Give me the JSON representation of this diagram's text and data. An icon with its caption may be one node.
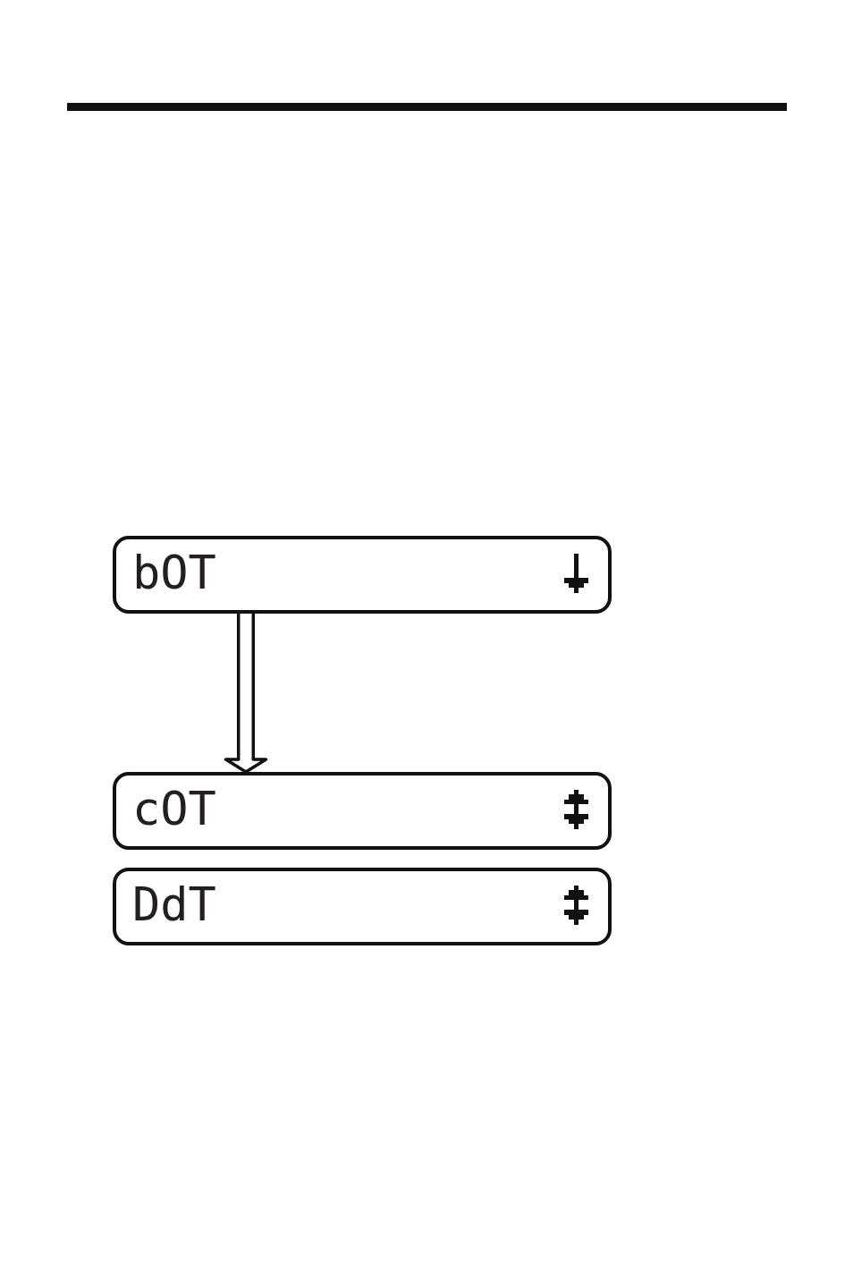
{
  "diagram": {
    "nodes": [
      {
        "text": [
          "bOT"
        ]
      },
      {
        "text": [
          "cOT"
        ]
      },
      {
        "text": [
          "DdT"
        ]
      }
    ],
    "edges": [
      {
        "from": 0,
        "to": 1,
        "arrow": "to"
      }
    ]
  }
}
